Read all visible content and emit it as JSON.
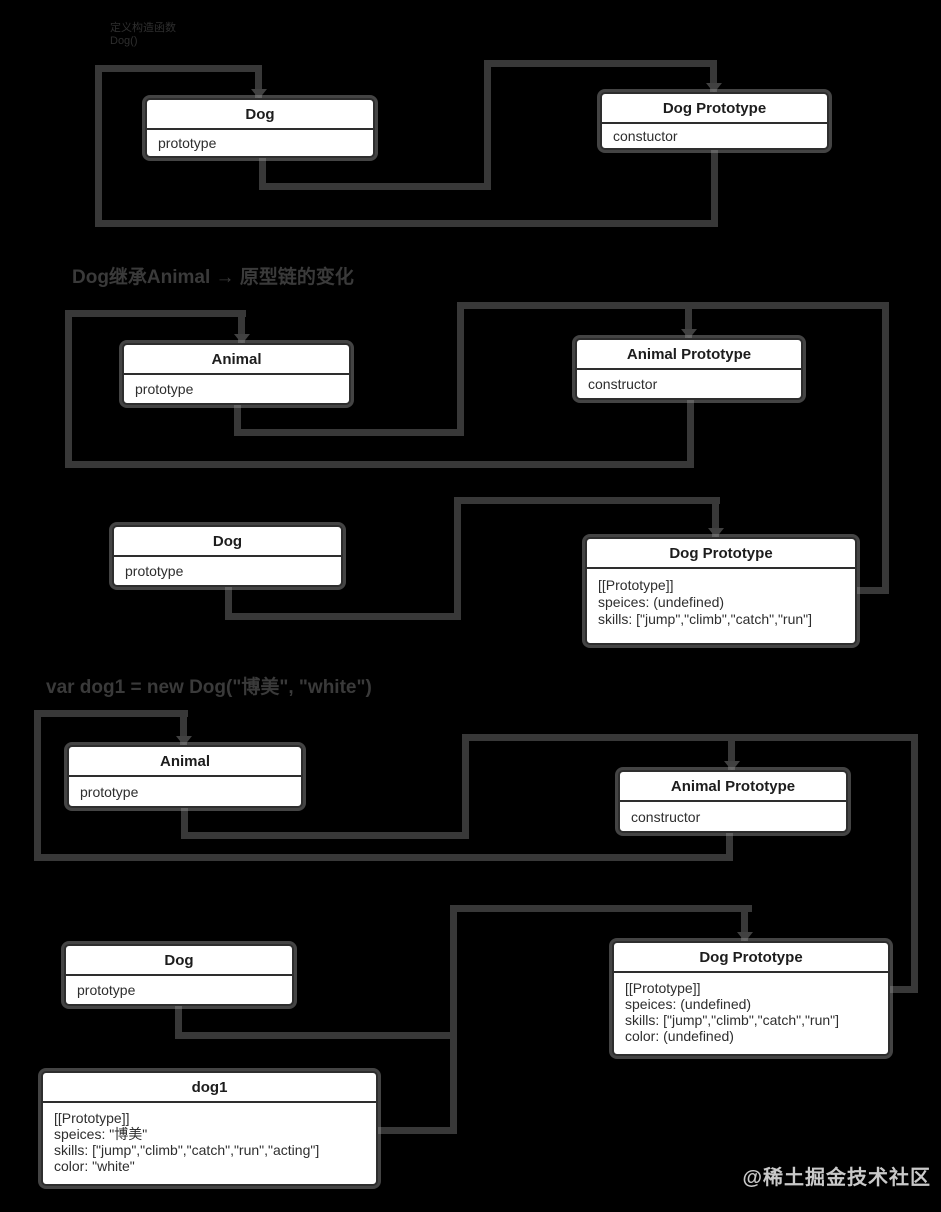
{
  "headings": {
    "h1_line1": "定义构造函数",
    "h1_line2": "Dog()",
    "h2": "Dog继承Animal → 原型链的变化",
    "h3": "var dog1 = new Dog(\"博美\", \"white\")"
  },
  "boxes": {
    "s1_dog": {
      "title": "Dog",
      "fields": [
        "prototype"
      ]
    },
    "s1_dogproto": {
      "title": "Dog Prototype",
      "fields": [
        "constuctor"
      ]
    },
    "s2_animal": {
      "title": "Animal",
      "fields": [
        "prototype"
      ]
    },
    "s2_animalproto": {
      "title": "Animal Prototype",
      "fields": [
        "constructor"
      ]
    },
    "s2_dog": {
      "title": "Dog",
      "fields": [
        "prototype"
      ]
    },
    "s2_dogproto": {
      "title": "Dog Prototype",
      "fields": [
        "[[Prototype]]",
        "speices: (undefined)",
        "skills: [\"jump\",\"climb\",\"catch\",\"run\"]"
      ]
    },
    "s3_animal": {
      "title": "Animal",
      "fields": [
        "prototype"
      ]
    },
    "s3_animalproto": {
      "title": "Animal Prototype",
      "fields": [
        "constructor"
      ]
    },
    "s3_dog": {
      "title": "Dog",
      "fields": [
        "prototype"
      ]
    },
    "s3_dogproto": {
      "title": "Dog Prototype",
      "fields": [
        "[[Prototype]]",
        "speices: (undefined)",
        "skills: [\"jump\",\"climb\",\"catch\",\"run\"]",
        "color: (undefined)"
      ]
    },
    "s3_dog1": {
      "title": "dog1",
      "fields": [
        "[[Prototype]]",
        "speices: \"博美\"",
        "skills:  [\"jump\",\"climb\",\"catch\",\"run\",\"acting\"]",
        "color: \"white\""
      ]
    }
  },
  "watermark": {
    "text": "@稀土掘金技术社区"
  },
  "colors": {
    "background": "#000000",
    "connector": "#383838",
    "box_fill": "#ffffff",
    "box_border": "#2e2e2e",
    "heading_dim": "#2e2e2e",
    "heading": "#3a3a3a",
    "watermark": "#c9c9c9"
  }
}
